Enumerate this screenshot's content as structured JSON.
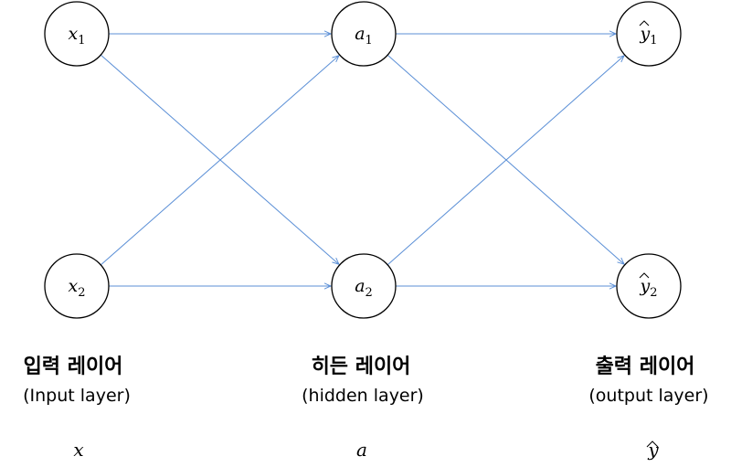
{
  "nodes": {
    "x1": {
      "base": "x",
      "sub": "1"
    },
    "x2": {
      "base": "x",
      "sub": "2"
    },
    "a1": {
      "base": "a",
      "sub": "1"
    },
    "a2": {
      "base": "a",
      "sub": "2"
    },
    "y1": {
      "base": "y",
      "sub": "1",
      "hat": true
    },
    "y2": {
      "base": "y",
      "sub": "2",
      "hat": true
    }
  },
  "edges": [
    [
      "x1",
      "a1"
    ],
    [
      "x1",
      "a2"
    ],
    [
      "x2",
      "a1"
    ],
    [
      "x2",
      "a2"
    ],
    [
      "a1",
      "y1"
    ],
    [
      "a1",
      "y2"
    ],
    [
      "a2",
      "y1"
    ],
    [
      "a2",
      "y2"
    ]
  ],
  "layers": {
    "input": {
      "title": "입력 레이어",
      "subtitle": "(Input layer)",
      "symbol": "x"
    },
    "hidden": {
      "title": "히든 레이어",
      "subtitle": "(hidden layer)",
      "symbol": "a"
    },
    "output": {
      "title": "출력 레이어",
      "subtitle": "(output layer)",
      "symbol": "y"
    }
  },
  "colors": {
    "edge": "#5b8fd6",
    "node_stroke": "#000000"
  }
}
